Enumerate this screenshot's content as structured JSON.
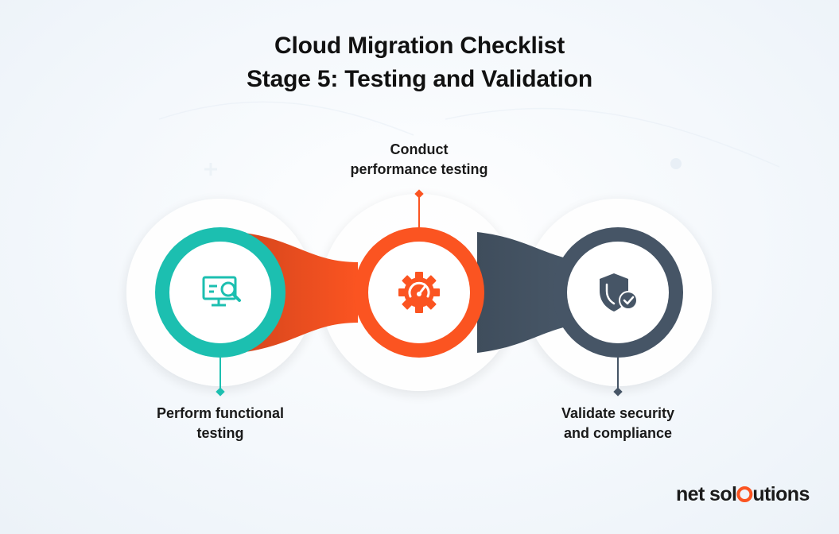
{
  "header": {
    "title_line1": "Cloud Migration Checklist",
    "title_line2": "Stage 5: Testing and Validation"
  },
  "steps": [
    {
      "line1": "Perform functional",
      "line2": "testing",
      "icon": "monitor-search-icon",
      "color": "#1cbfb0"
    },
    {
      "line1": "Conduct",
      "line2": "performance testing",
      "icon": "gear-speedometer-icon",
      "color": "#fb5421"
    },
    {
      "line1": "Validate security",
      "line2": "and compliance",
      "icon": "shield-check-icon",
      "color": "#465566"
    }
  ],
  "brand": {
    "logo_text": "net solutions",
    "logo_word1": "net sol",
    "logo_word2": "utions"
  }
}
